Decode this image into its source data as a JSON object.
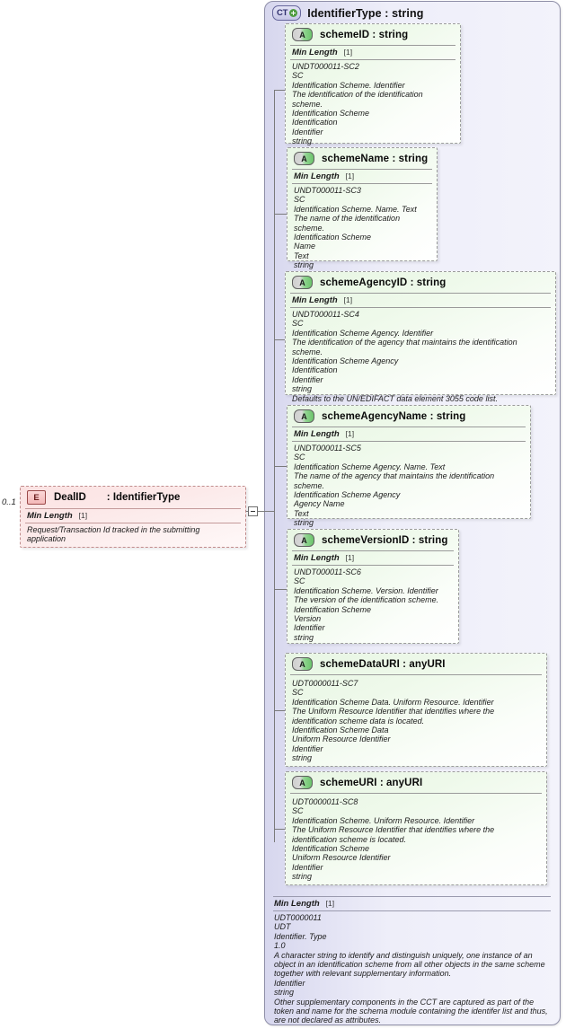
{
  "diagram": {
    "type_box": {
      "icon": "complextype-icon",
      "icon_label": "CT",
      "title": "IdentifierType : string"
    },
    "element": {
      "icon_label": "E",
      "name": "DealID",
      "type": ": IdentifierType",
      "cardinality": "0..1",
      "facet_label": "Min Length",
      "facet_value": "[1]",
      "documentation": "Request/Transaction Id tracked in the submitting application"
    },
    "attributes": [
      {
        "icon_label": "A",
        "title": "schemeID : string",
        "facet_label": "Min Length",
        "facet_value": "[1]",
        "doc_lines": [
          "UNDT000011-SC2",
          "SC",
          "Identification Scheme. Identifier",
          "The identification of the identification scheme.",
          "Identification Scheme",
          "Identification",
          "Identifier",
          "string"
        ]
      },
      {
        "icon_label": "A",
        "title": "schemeName : string",
        "facet_label": "Min Length",
        "facet_value": "[1]",
        "doc_lines": [
          "UNDT000011-SC3",
          "SC",
          "Identification Scheme. Name. Text",
          "The name of the identification scheme.",
          "Identification Scheme",
          "Name",
          "Text",
          "string"
        ]
      },
      {
        "icon_label": "A",
        "title": "schemeAgencyID : string",
        "facet_label": "Min Length",
        "facet_value": "[1]",
        "doc_lines": [
          "UNDT000011-SC4",
          "SC",
          "Identification Scheme Agency. Identifier",
          "The identification of the agency that maintains the identification scheme.",
          "Identification Scheme Agency",
          "Identification",
          "Identifier",
          "string",
          "Defaults to the UN/EDIFACT data element 3055 code list."
        ]
      },
      {
        "icon_label": "A",
        "title": "schemeAgencyName : string",
        "facet_label": "Min Length",
        "facet_value": "[1]",
        "doc_lines": [
          "UNDT000011-SC5",
          "SC",
          "Identification Scheme Agency. Name. Text",
          "The name of the agency that maintains the identification scheme.",
          "Identification Scheme Agency",
          "Agency Name",
          "Text",
          "string"
        ]
      },
      {
        "icon_label": "A",
        "title": "schemeVersionID : string",
        "facet_label": "Min Length",
        "facet_value": "[1]",
        "doc_lines": [
          "UNDT000011-SC6",
          "SC",
          "Identification Scheme. Version. Identifier",
          "The version of the identification scheme.",
          "Identification Scheme",
          "Version",
          "Identifier",
          "string"
        ]
      },
      {
        "icon_label": "A",
        "title": "schemeDataURI : anyURI",
        "facet_label": "",
        "facet_value": "",
        "doc_lines": [
          "UDT0000011-SC7",
          "SC",
          "Identification Scheme Data. Uniform Resource. Identifier",
          "The Uniform Resource Identifier that identifies where the identification scheme data is located.",
          "Identification Scheme Data",
          "Uniform Resource Identifier",
          "Identifier",
          "string"
        ]
      },
      {
        "icon_label": "A",
        "title": "schemeURI : anyURI",
        "facet_label": "",
        "facet_value": "",
        "doc_lines": [
          "UDT0000011-SC8",
          "SC",
          "Identification Scheme. Uniform Resource. Identifier",
          "The Uniform Resource Identifier that identifies where the identification scheme is located.",
          "Identification Scheme",
          "Uniform Resource Identifier",
          "Identifier",
          "string"
        ]
      }
    ],
    "type_documentation": {
      "facet_label": "Min Length",
      "facet_value": "[1]",
      "doc_lines": [
        "UDT0000011",
        "UDT",
        "Identifier. Type",
        "1.0",
        "A character string to identify and distinguish uniquely, one instance of an object in an identification scheme from all other objects in the same scheme together with relevant supplementary information.",
        "Identifier",
        "string",
        "Other supplementary components in the CCT are captured as part of the token and name for the schema module containing the identifer list and thus, are not declared as attributes."
      ]
    },
    "colors": {
      "type_panel": "#e8e8f6",
      "attribute_fill": "#eef9ea",
      "element_fill": "#fbe8e8",
      "connector": "#7a7a7a",
      "attribute_icon_accent": "#6cc46c",
      "complextype_plus": "#4f9c3f"
    }
  }
}
